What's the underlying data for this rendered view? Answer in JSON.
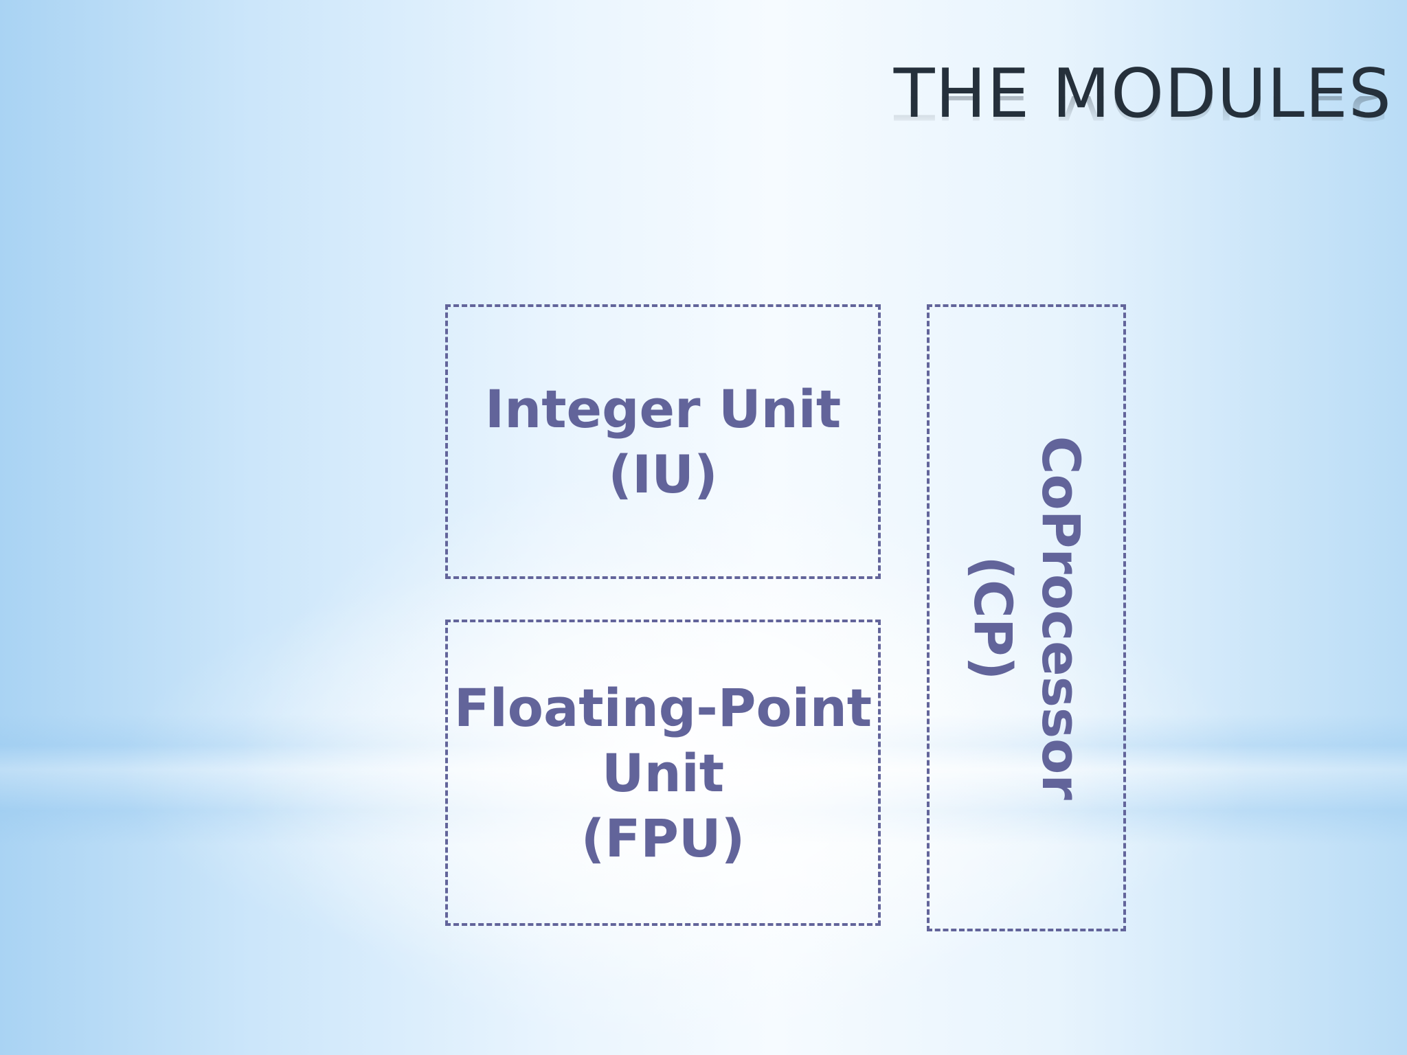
{
  "slide": {
    "title": "THE MODULES"
  },
  "modules": {
    "integer_unit": {
      "line1": "Integer Unit",
      "line2": "(IU)"
    },
    "floating_point_unit": {
      "line1": "Floating-Point",
      "line2": "Unit",
      "line3": "(FPU)"
    },
    "coprocessor": {
      "line1": "CoProcessor",
      "line2": "(CP)"
    }
  },
  "colors": {
    "box_and_label": "#62649a",
    "title": "#25303b",
    "background_light": "#f6fbff",
    "background_edge": "#a9d3f3"
  }
}
